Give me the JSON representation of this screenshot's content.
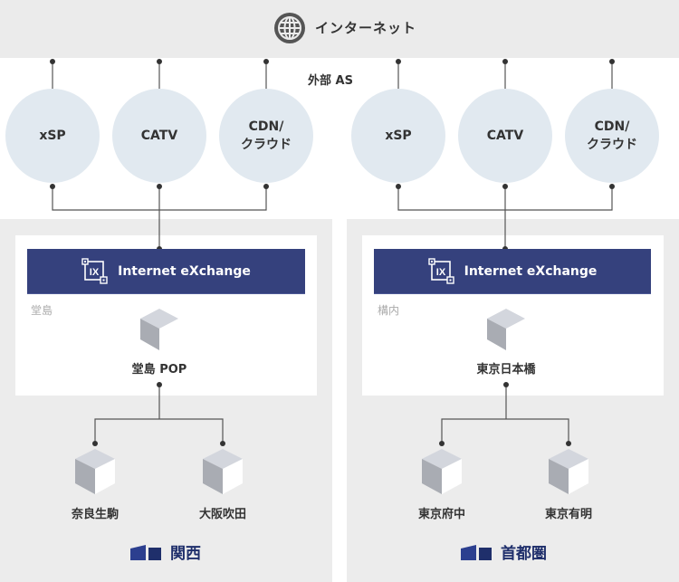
{
  "internet": {
    "label": "インターネット",
    "icon": "globe-icon"
  },
  "external_as": {
    "label": "外部 AS"
  },
  "providers_left": [
    {
      "label": "xSP"
    },
    {
      "label": "CATV"
    },
    {
      "label": "CDN/\nクラウド"
    }
  ],
  "providers_right": [
    {
      "label": "xSP"
    },
    {
      "label": "CATV"
    },
    {
      "label": "CDN/\nクラウド"
    }
  ],
  "regions": [
    {
      "name": "関西",
      "ix_label": "Internet eXchange",
      "site_tag": "堂島",
      "pop_label": "堂島 POP",
      "nodes": [
        {
          "label": "奈良生駒"
        },
        {
          "label": "大阪吹田"
        }
      ]
    },
    {
      "name": "首都圏",
      "ix_label": "Internet eXchange",
      "site_tag": "構内",
      "pop_label": "東京日本橋",
      "nodes": [
        {
          "label": "東京府中"
        },
        {
          "label": "東京有明"
        }
      ]
    }
  ],
  "colors": {
    "ix_bar": "#35417d",
    "circle_fill": "#e1e9f0",
    "region_bg": "#ececec",
    "region_name": "#1f2f6b",
    "line": "#555555"
  }
}
